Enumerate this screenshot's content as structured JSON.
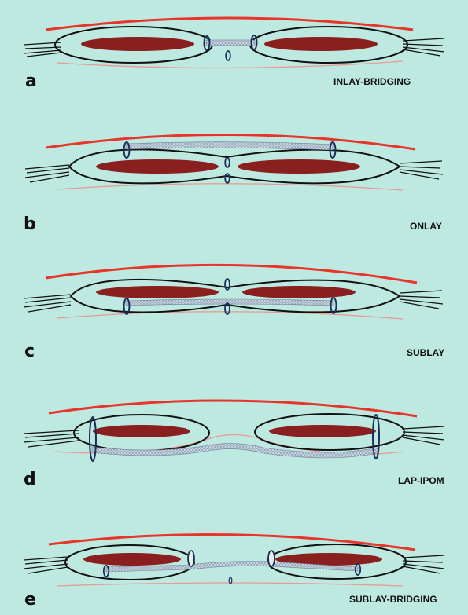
{
  "colors": {
    "background": "#bde9e0",
    "skin_line": "#e8352b",
    "peritoneum_line": "#e79a96",
    "muscle_fill": "#8a1f1f",
    "fascia_line": "#111111",
    "suture_ring": "#1c2f5a",
    "mesh_fill": "#b9c8d6"
  },
  "panels": [
    {
      "letter": "a",
      "label": "INLAY-BRIDGING"
    },
    {
      "letter": "b",
      "label": "ONLAY"
    },
    {
      "letter": "c",
      "label": "SUBLAY"
    },
    {
      "letter": "d",
      "label": "LAP-IPOM"
    },
    {
      "letter": "e",
      "label": "SUBLAY-BRIDGING"
    }
  ]
}
